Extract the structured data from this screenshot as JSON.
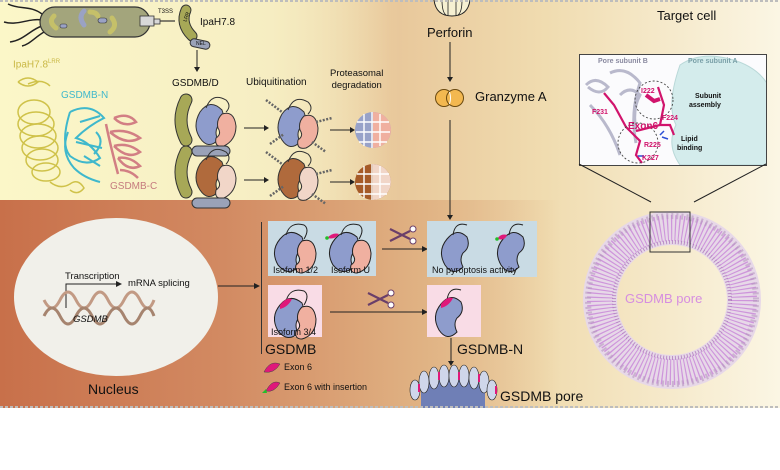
{
  "figure": {
    "regions": {
      "target_cell": "Target cell",
      "nucleus": "Nucleus"
    },
    "bacteria": {
      "t3ss_label": "T3SS",
      "effector_label": "IpaH7.8",
      "lrr_domain": "LRR",
      "nel_domain": "NEL"
    },
    "structure_panel": {
      "ipah_label": "IpaH7.8",
      "ipah_superscript": "LRR",
      "gsdmb_n_label": "GSDMB-N",
      "gsdmb_c_label": "GSDMB-C"
    },
    "degradation_pathway": {
      "substrate_label": "GSDMB/D",
      "step1_label": "Ubiquitination",
      "step2_label_line1": "Proteasomal",
      "step2_label_line2": "degradation"
    },
    "killer_pathway": {
      "perforin_label": "Perforin",
      "granzyme_label": "Granzyme A"
    },
    "nucleus_panel": {
      "transcription_label": "Transcription",
      "splicing_label": "mRNA splicing",
      "gene_label": "GSDMB"
    },
    "isoforms": {
      "isoform_12": "Isoform 1/2",
      "isoform_u": "Isoform U",
      "isoform_34": "Isoform 3/4",
      "group_label": "GSDMB",
      "no_activity_label": "No pyroptosis activity",
      "cleaved_label": "GSDMB-N",
      "pore_label": "GSDMB pore"
    },
    "legend": {
      "items": [
        {
          "label": "Exon 6",
          "color": "#e0187a"
        },
        {
          "label": "Exon 6 with insertion",
          "color": "#e0187a",
          "insertion_color": "#22c02a"
        }
      ]
    },
    "inset": {
      "subunit_b": "Pore subunit B",
      "subunit_a": "Pore subunit A",
      "residues": [
        "I222",
        "F224",
        "F231",
        "R225",
        "K227"
      ],
      "exon_label": "Exon6",
      "annotation_1_line1": "Subunit",
      "annotation_1_line2": "assembly",
      "annotation_2_line1": "Lipid",
      "annotation_2_line2": "binding"
    },
    "pore_ring_label": "GSDMB pore",
    "colors": {
      "gsdmb_n_blue": "#8e9ccc",
      "gsdmb_c_salmon": "#f0b0a0",
      "gsdmd_n_brown": "#b06a3c",
      "ipah_olive": "#a7a857",
      "nel_grey": "#9aa2b8",
      "exon6_magenta": "#e0187a",
      "granzyme_orange": "#f3b850",
      "structure_cyan": "#3fb8cc",
      "structure_yellow": "#cfc24a",
      "structure_pink": "#d27f84",
      "pore_violet": "#c98ad8"
    }
  }
}
